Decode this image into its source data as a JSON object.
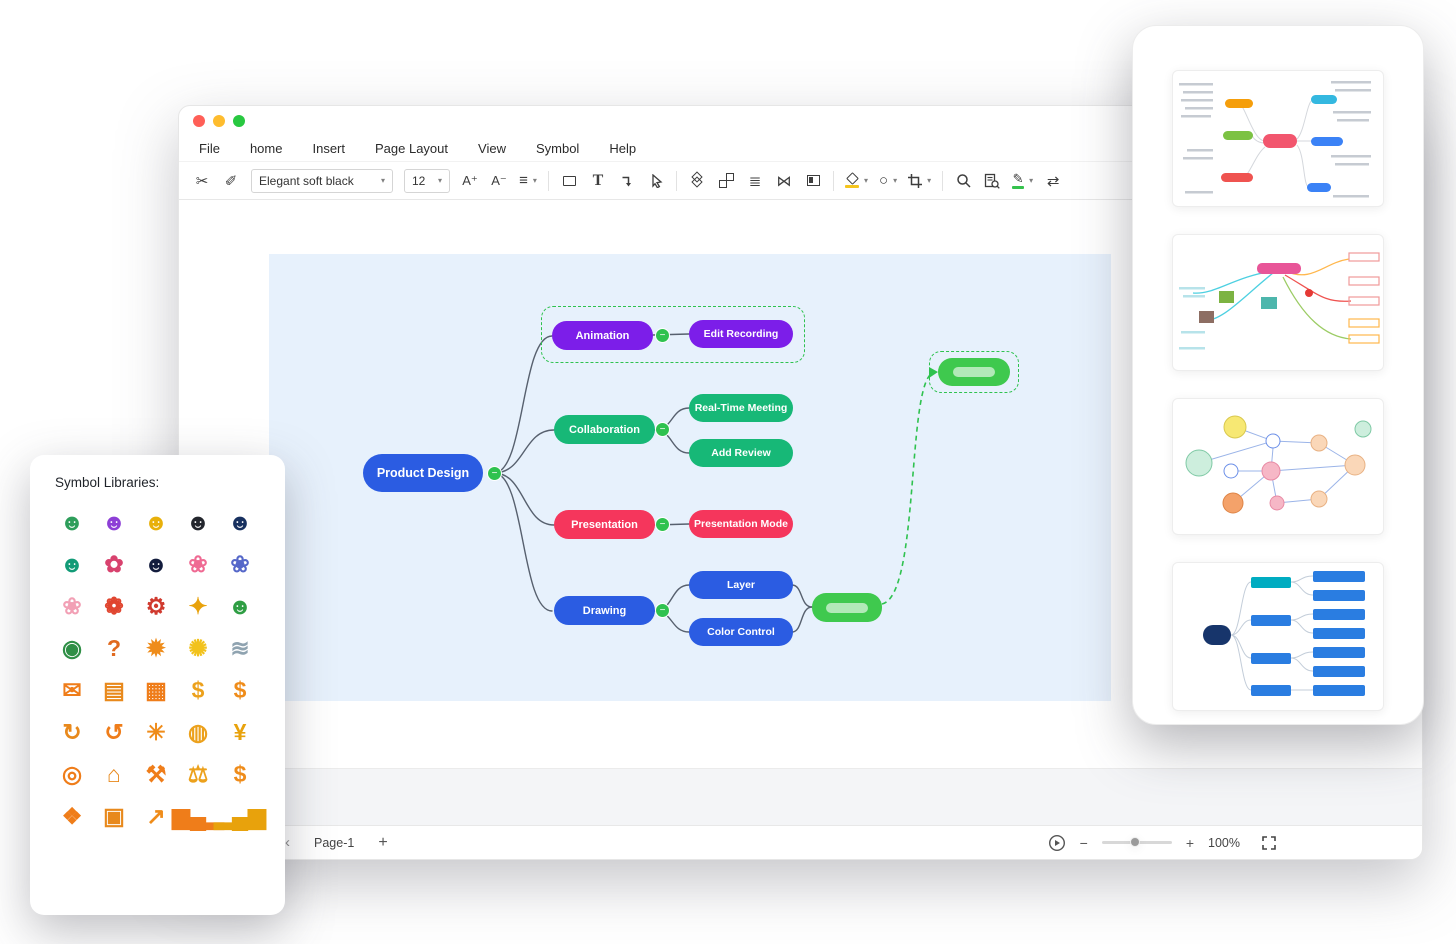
{
  "window": {
    "traffic_lights": [
      {
        "name": "close-button",
        "color": "#ff5f57"
      },
      {
        "name": "minimize-button",
        "color": "#febc2e"
      },
      {
        "name": "zoom-button",
        "color": "#28c840"
      }
    ],
    "menu": {
      "items": [
        {
          "label": "File"
        },
        {
          "label": "home"
        },
        {
          "label": "Insert"
        },
        {
          "label": "Page Layout"
        },
        {
          "label": "View"
        },
        {
          "label": "Symbol"
        },
        {
          "label": "Help"
        }
      ]
    },
    "toolbar": {
      "font_family": "Elegant soft black",
      "font_size": "12",
      "glyphs": {
        "cut": "✂",
        "format_painter": "✐",
        "font_increase": "A⁺",
        "font_decrease": "A⁻",
        "align": "≡",
        "text": "T",
        "align_objects": "≣",
        "flip": "⋈",
        "shape": "○",
        "pen": "✎",
        "swap": "⇄",
        "caret": "▾"
      }
    },
    "statusbar": {
      "prev": "‹",
      "page_label": "Page-1",
      "add_page": "+",
      "zoom_out": "−",
      "zoom_in": "+",
      "zoom_level": "100%"
    }
  },
  "mindmap": {
    "collapse_glyph": "−",
    "root": {
      "label": "Product Design",
      "color": "#2b5ce2"
    },
    "branches": [
      {
        "label": "Animation",
        "color": "#7c1ee9"
      },
      {
        "label": "Collaboration",
        "color": "#17b877"
      },
      {
        "label": "Presentation",
        "color": "#f5365c"
      },
      {
        "label": "Drawing",
        "color": "#2b5ce2"
      }
    ],
    "subtopics": [
      {
        "label": "Edit Recording",
        "color": "#7c1ee9"
      },
      {
        "label": "Real-Time Meeting",
        "color": "#17b877"
      },
      {
        "label": "Add Review",
        "color": "#17b877"
      },
      {
        "label": "Presentation Mode",
        "color": "#f5365c"
      },
      {
        "label": "Layer",
        "color": "#2b5ce2"
      },
      {
        "label": "Color Control",
        "color": "#2b5ce2"
      }
    ],
    "colors": {
      "selection_green": "#2fc24f",
      "blank_node_green": "#3fc94e",
      "connector_gray": "#57606e",
      "canvas_bg": "#e7f1fc"
    }
  },
  "symbol_panel": {
    "title": "Symbol Libraries:",
    "icons": [
      {
        "name": "head-idea-icon",
        "glyph": "☻",
        "color": "#2e9e5b"
      },
      {
        "name": "head-brain-icon",
        "glyph": "☻",
        "color": "#8d3fd6"
      },
      {
        "name": "head-gears-icon",
        "glyph": "☻",
        "color": "#e8b00a"
      },
      {
        "name": "person-silhouette-icon",
        "glyph": "☻",
        "color": "#23262d"
      },
      {
        "name": "person-spark-icon",
        "glyph": "☻",
        "color": "#17305f"
      },
      {
        "name": "head-key-icon",
        "glyph": "☻",
        "color": "#129b77"
      },
      {
        "name": "hand-brain-icon",
        "glyph": "✿",
        "color": "#d8426e"
      },
      {
        "name": "head-night-idea-icon",
        "glyph": "☻",
        "color": "#131c3d"
      },
      {
        "name": "brain-pink-icon",
        "glyph": "❀",
        "color": "#ef6a93"
      },
      {
        "name": "brain-blue-icon",
        "glyph": "❀",
        "color": "#5668c9"
      },
      {
        "name": "brain-soft-icon",
        "glyph": "❀",
        "color": "#f2a0b5"
      },
      {
        "name": "brainstorm-icon",
        "glyph": "❁",
        "color": "#e0452f"
      },
      {
        "name": "gears-icon",
        "glyph": "⚙",
        "color": "#d03a2f"
      },
      {
        "name": "magic-wand-icon",
        "glyph": "✦",
        "color": "#e8a20c"
      },
      {
        "name": "partnership-icon",
        "glyph": "☻",
        "color": "#2f9e44"
      },
      {
        "name": "eye-coin-icon",
        "glyph": "◉",
        "color": "#2f8f46"
      },
      {
        "name": "question-bubble-icon",
        "glyph": "?",
        "color": "#e06a1f"
      },
      {
        "name": "collision-icon",
        "glyph": "✹",
        "color": "#ef8c1a"
      },
      {
        "name": "sunburst-icon",
        "glyph": "✺",
        "color": "#f2c21c"
      },
      {
        "name": "breeze-doc-icon",
        "glyph": "≋",
        "color": "#8fa3b0"
      },
      {
        "name": "mail-icon",
        "glyph": "✉",
        "color": "#ef7d1a"
      },
      {
        "name": "credit-card-icon",
        "glyph": "▤",
        "color": "#e8891c"
      },
      {
        "name": "wallet-icon",
        "glyph": "▦",
        "color": "#ef7d1a"
      },
      {
        "name": "money-bag-icon",
        "glyph": "$",
        "color": "#eca11c"
      },
      {
        "name": "dollar-tag-icon",
        "glyph": "$",
        "color": "#ef8c1a"
      },
      {
        "name": "dollar-exchange-icon",
        "glyph": "↻",
        "color": "#e8891c"
      },
      {
        "name": "dollar-refresh-icon",
        "glyph": "↺",
        "color": "#ef7d1a"
      },
      {
        "name": "coin-turbine-icon",
        "glyph": "✳",
        "color": "#ef8c1a"
      },
      {
        "name": "globe-dollar-icon",
        "glyph": "◍",
        "color": "#eca11c"
      },
      {
        "name": "yen-coin-icon",
        "glyph": "¥",
        "color": "#e8a20c"
      },
      {
        "name": "target-goal-icon",
        "glyph": "◎",
        "color": "#ef7d1a"
      },
      {
        "name": "bank-icon",
        "glyph": "⌂",
        "color": "#e8891c"
      },
      {
        "name": "gavel-icon",
        "glyph": "⚒",
        "color": "#ef7d1a"
      },
      {
        "name": "scales-icon",
        "glyph": "⚖",
        "color": "#eca11c"
      },
      {
        "name": "search-dollar-icon",
        "glyph": "$",
        "color": "#ef8c1a"
      },
      {
        "name": "shield-dollar-icon",
        "glyph": "❖",
        "color": "#ef7d1a"
      },
      {
        "name": "monitor-money-icon",
        "glyph": "▣",
        "color": "#e8891c"
      },
      {
        "name": "growth-chart-icon",
        "glyph": "↗",
        "color": "#ef8c1a"
      },
      {
        "name": "bar-chart-down-icon",
        "glyph": "▆▄▂",
        "color": "#ef7d1a"
      },
      {
        "name": "bar-chart-icon",
        "glyph": "▂▄▆",
        "color": "#e8a20c"
      }
    ]
  },
  "templates_panel": {
    "thumbnails": [
      {
        "name": "radial-plan-mind-map-thumbnail"
      },
      {
        "name": "illustrated-mind-map-thumbnail"
      },
      {
        "name": "bubble-cluster-diagram-thumbnail"
      },
      {
        "name": "strategy-tree-diagram-thumbnail"
      }
    ]
  }
}
